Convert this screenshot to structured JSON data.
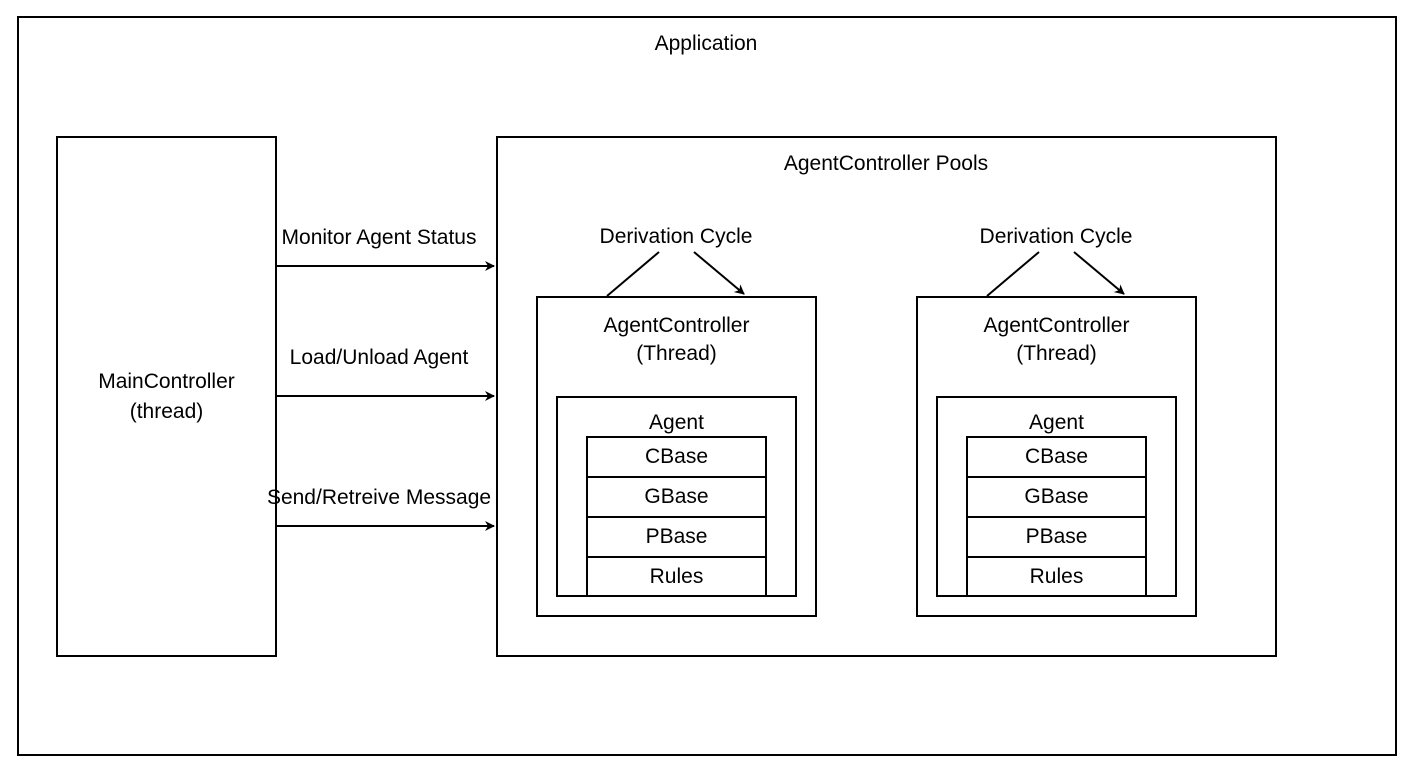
{
  "application": {
    "title": "Application"
  },
  "main_controller": {
    "line1": "MainController",
    "line2": "(thread)"
  },
  "connections": [
    {
      "label": "Monitor Agent Status"
    },
    {
      "label": "Load/Unload Agent"
    },
    {
      "label": "Send/Retreive Message"
    }
  ],
  "pool": {
    "title": "AgentController Pools",
    "controllers": [
      {
        "cycle_label": "Derivation Cycle",
        "line1": "AgentController",
        "line2": "(Thread)",
        "agent": {
          "title": "Agent",
          "parts": [
            "CBase",
            "GBase",
            "PBase",
            "Rules"
          ]
        }
      },
      {
        "cycle_label": "Derivation Cycle",
        "line1": "AgentController",
        "line2": "(Thread)",
        "agent": {
          "title": "Agent",
          "parts": [
            "CBase",
            "GBase",
            "PBase",
            "Rules"
          ]
        }
      }
    ]
  }
}
